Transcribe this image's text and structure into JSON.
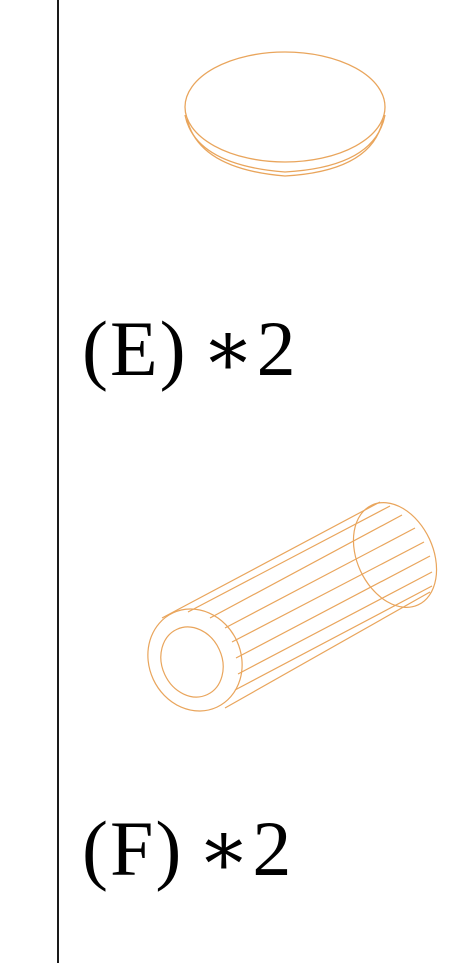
{
  "colors": {
    "line": "#e9a55c",
    "divider": "#1a1a1a",
    "text": "#000000"
  },
  "parts": [
    {
      "id": "E",
      "label": "(E)",
      "multiplier": "∗2",
      "icon": "disc-icon"
    },
    {
      "id": "F",
      "label": "(F)",
      "multiplier": "∗2",
      "icon": "dowel-pin-icon"
    }
  ]
}
